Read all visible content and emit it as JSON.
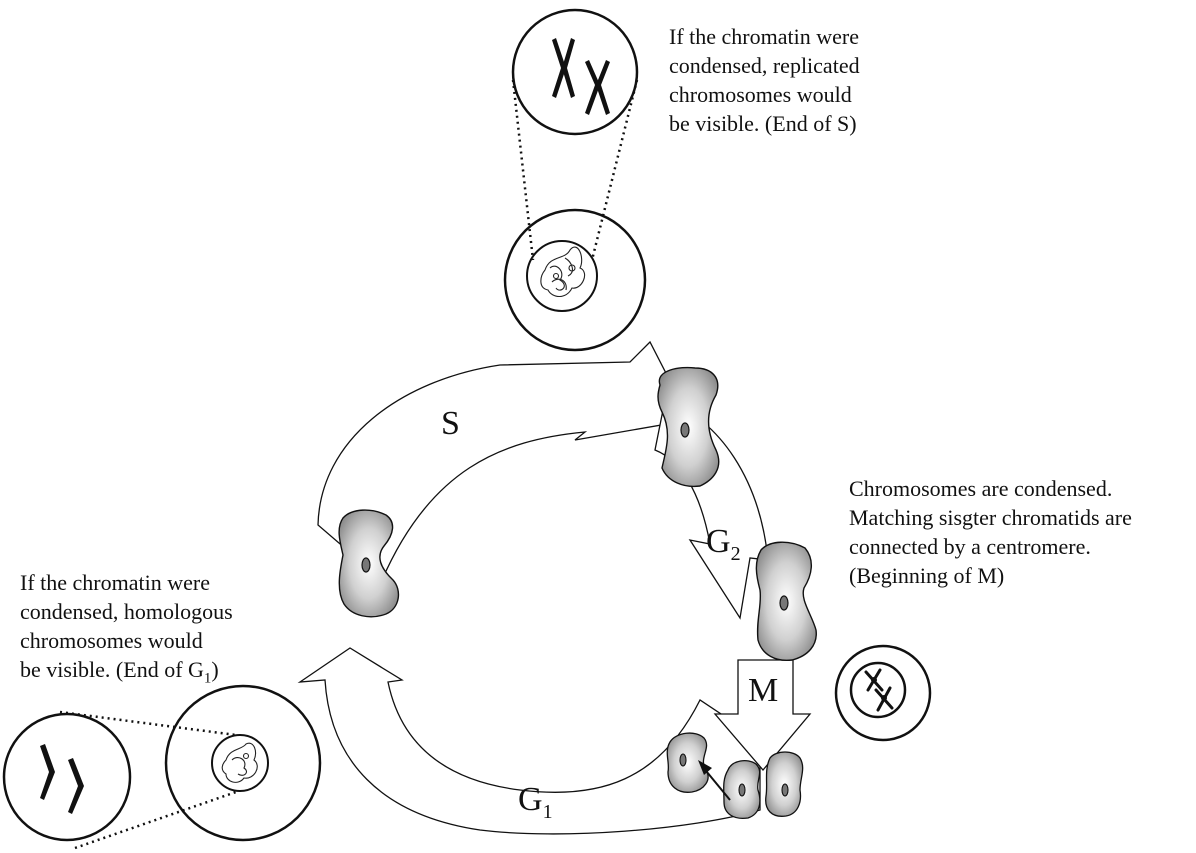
{
  "phases": {
    "s": "S",
    "g2": {
      "base": "G",
      "sub": "2"
    },
    "m": "M",
    "g1": {
      "base": "G",
      "sub": "1"
    }
  },
  "notes": {
    "top": [
      "If the chromatin were",
      "condensed, replicated",
      "chromosomes would",
      "be visible. (End of S)"
    ],
    "right": [
      "Chromosomes are condensed.",
      "Matching sisgter chromatids are",
      "connected by a centromere.",
      "(Beginning of M)"
    ],
    "left": {
      "lines": [
        "If the chromatin were",
        "condensed, homologous",
        "chromosomes would"
      ],
      "last_prefix": "be visible. (End of G",
      "last_sub": "1",
      "last_suffix": ")"
    }
  }
}
